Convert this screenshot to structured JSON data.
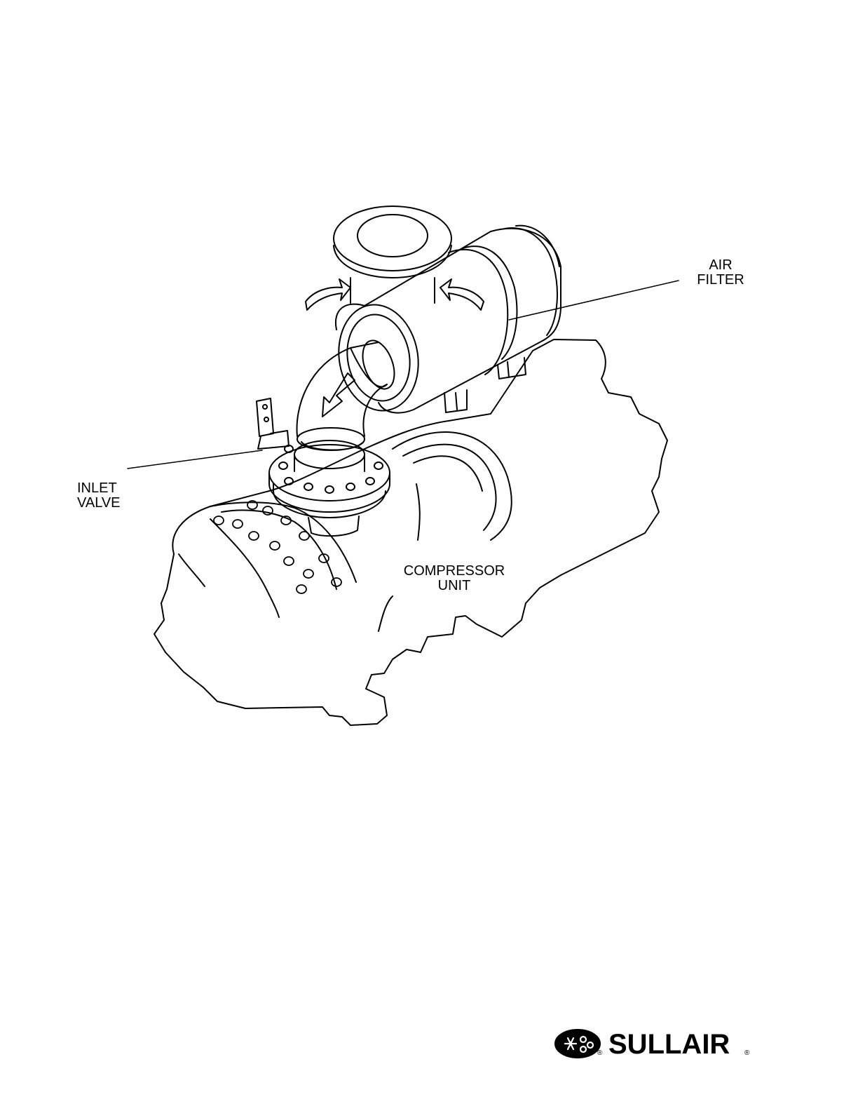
{
  "labels": {
    "air_filter": [
      "AIR",
      "FILTER"
    ],
    "inlet_valve": [
      "INLET",
      "VALVE"
    ],
    "compressor_unit": [
      "COMPRESSOR",
      "UNIT"
    ]
  },
  "brand": {
    "name": "SULLAIR",
    "registered_mark": "®"
  },
  "colors": {
    "ink": "#000000",
    "paper": "#ffffff"
  }
}
